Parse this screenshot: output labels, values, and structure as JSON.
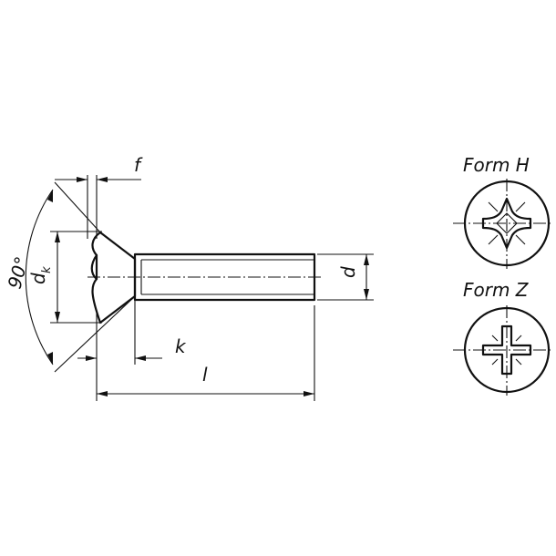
{
  "labels": {
    "f": "f",
    "d": "d",
    "dk_main": "d",
    "dk_sub": "k",
    "angle": "90°",
    "k": "k",
    "l": "l",
    "form_h": "Form  H",
    "form_z": "Form  Z"
  },
  "colors": {
    "line": "#111111",
    "background": "#ffffff"
  }
}
